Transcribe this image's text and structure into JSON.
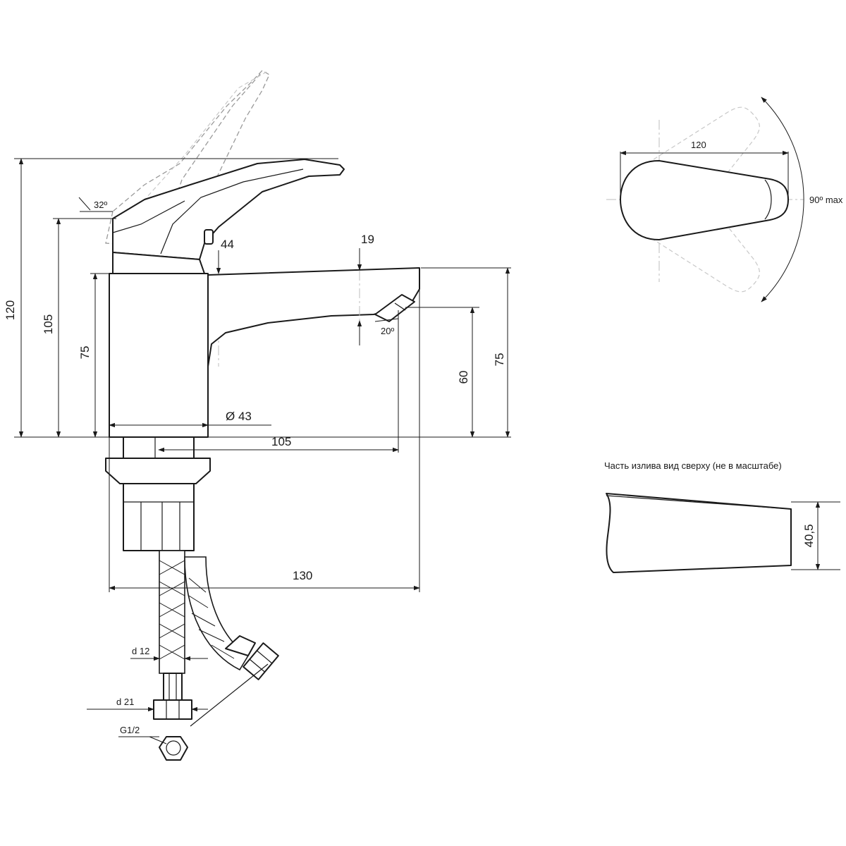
{
  "drawing": {
    "side_view": {
      "dims": {
        "total_height": "120",
        "handle_height": "105",
        "body_height": "75",
        "handle_angle": "32º",
        "spout_offset": "44",
        "spout_thickness": "19",
        "aerator_angle": "20º",
        "spout_outlet_height": "60",
        "spout_top_height": "75",
        "body_diameter": "Ø 43",
        "spout_reach": "105",
        "total_length": "130"
      }
    },
    "hoses": {
      "dims": {
        "hose_diameter": "d 12",
        "nut_diameter": "d 21",
        "thread": "G1/2"
      }
    },
    "top_view": {
      "dims": {
        "handle_length": "120",
        "rotation": "90º max"
      }
    },
    "spout_top_view": {
      "note": "Часть излива вид сверху (не в масштабе)",
      "dims": {
        "spout_width": "40,5"
      }
    }
  }
}
